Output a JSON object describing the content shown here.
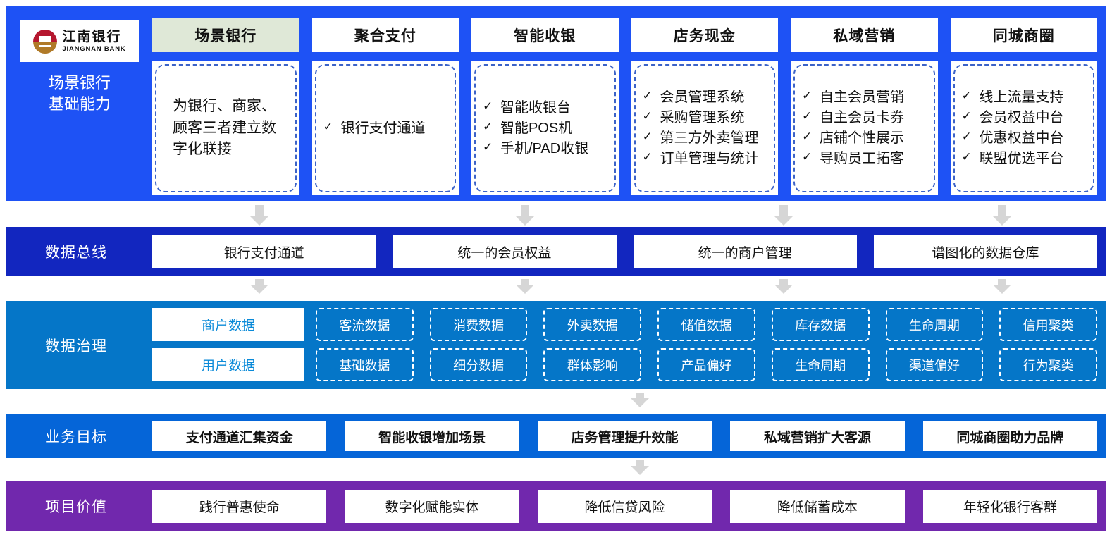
{
  "brand": {
    "name_cn": "江南银行",
    "name_en": "JIANGNAN BANK",
    "logo_icon": "bank-logo-icon",
    "colors": {
      "logo_red": "#b5172f",
      "logo_gold": "#b07a28"
    }
  },
  "colors": {
    "band_scenario": "#1e52f5",
    "band_bus": "#1226bf",
    "band_governance": "#0576c8",
    "band_goal": "#0565d8",
    "band_value": "#7128ad",
    "tab_active": "#dfe8d7",
    "card_border": "#3c63c8",
    "gov_main_text": "#0a8ad8",
    "arrow": "#d6d6d6"
  },
  "scenario": {
    "side_label": "场景银行\n基础能力",
    "side_label_line1": "场景银行",
    "side_label_line2": "基础能力",
    "tabs": [
      {
        "label": "场景银行",
        "active": true
      },
      {
        "label": "聚合支付",
        "active": false
      },
      {
        "label": "智能收银",
        "active": false
      },
      {
        "label": "店务现金",
        "active": false
      },
      {
        "label": "私域营销",
        "active": false
      },
      {
        "label": "同城商圈",
        "active": false
      }
    ],
    "cards": [
      {
        "type": "plain",
        "text": "为银行、商家、顾客三者建立数字化联接",
        "items": []
      },
      {
        "type": "list",
        "text": "",
        "items": [
          "银行支付通道"
        ]
      },
      {
        "type": "list",
        "text": "",
        "items": [
          "智能收银台",
          "智能POS机",
          "手机/PAD收银"
        ]
      },
      {
        "type": "list",
        "text": "",
        "items": [
          "会员管理系统",
          "采购管理系统",
          "第三方外卖管理",
          "订单管理与统计"
        ]
      },
      {
        "type": "list",
        "text": "",
        "items": [
          "自主会员营销",
          "自主会员卡券",
          "店铺个性展示",
          "导购员工拓客"
        ]
      },
      {
        "type": "list",
        "text": "",
        "items": [
          "线上流量支持",
          "会员权益中台",
          "优惠权益中台",
          "联盟优选平台"
        ]
      }
    ],
    "tick_glyph": "✓"
  },
  "bus": {
    "label": "数据总线",
    "items": [
      "银行支付通道",
      "统一的会员权益",
      "统一的商户管理",
      "谱图化的数据仓库"
    ]
  },
  "governance": {
    "label": "数据治理",
    "main": [
      "商户数据",
      "用户数据"
    ],
    "row_merchant": [
      "客流数据",
      "消费数据",
      "外卖数据",
      "储值数据",
      "库存数据",
      "生命周期",
      "信用聚类"
    ],
    "row_user": [
      "基础数据",
      "细分数据",
      "群体影响",
      "产品偏好",
      "生命周期",
      "渠道偏好",
      "行为聚类"
    ]
  },
  "goal": {
    "label": "业务目标",
    "items": [
      "支付通道汇集资金",
      "智能收银增加场景",
      "店务管理提升效能",
      "私域营销扩大客源",
      "同城商圈助力品牌"
    ]
  },
  "value": {
    "label": "项目价值",
    "items": [
      "践行普惠使命",
      "数字化赋能实体",
      "降低信贷风险",
      "降低储蓄成本",
      "年轻化银行客群"
    ]
  },
  "arrows": {
    "icon": "arrow-down-icon",
    "scenario_to_bus": [
      368,
      745,
      1112,
      1422
    ],
    "bus_to_governance": [
      368,
      745,
      1112,
      1422
    ],
    "governance_to_goal": [
      908
    ],
    "goal_to_value": [
      908
    ]
  }
}
